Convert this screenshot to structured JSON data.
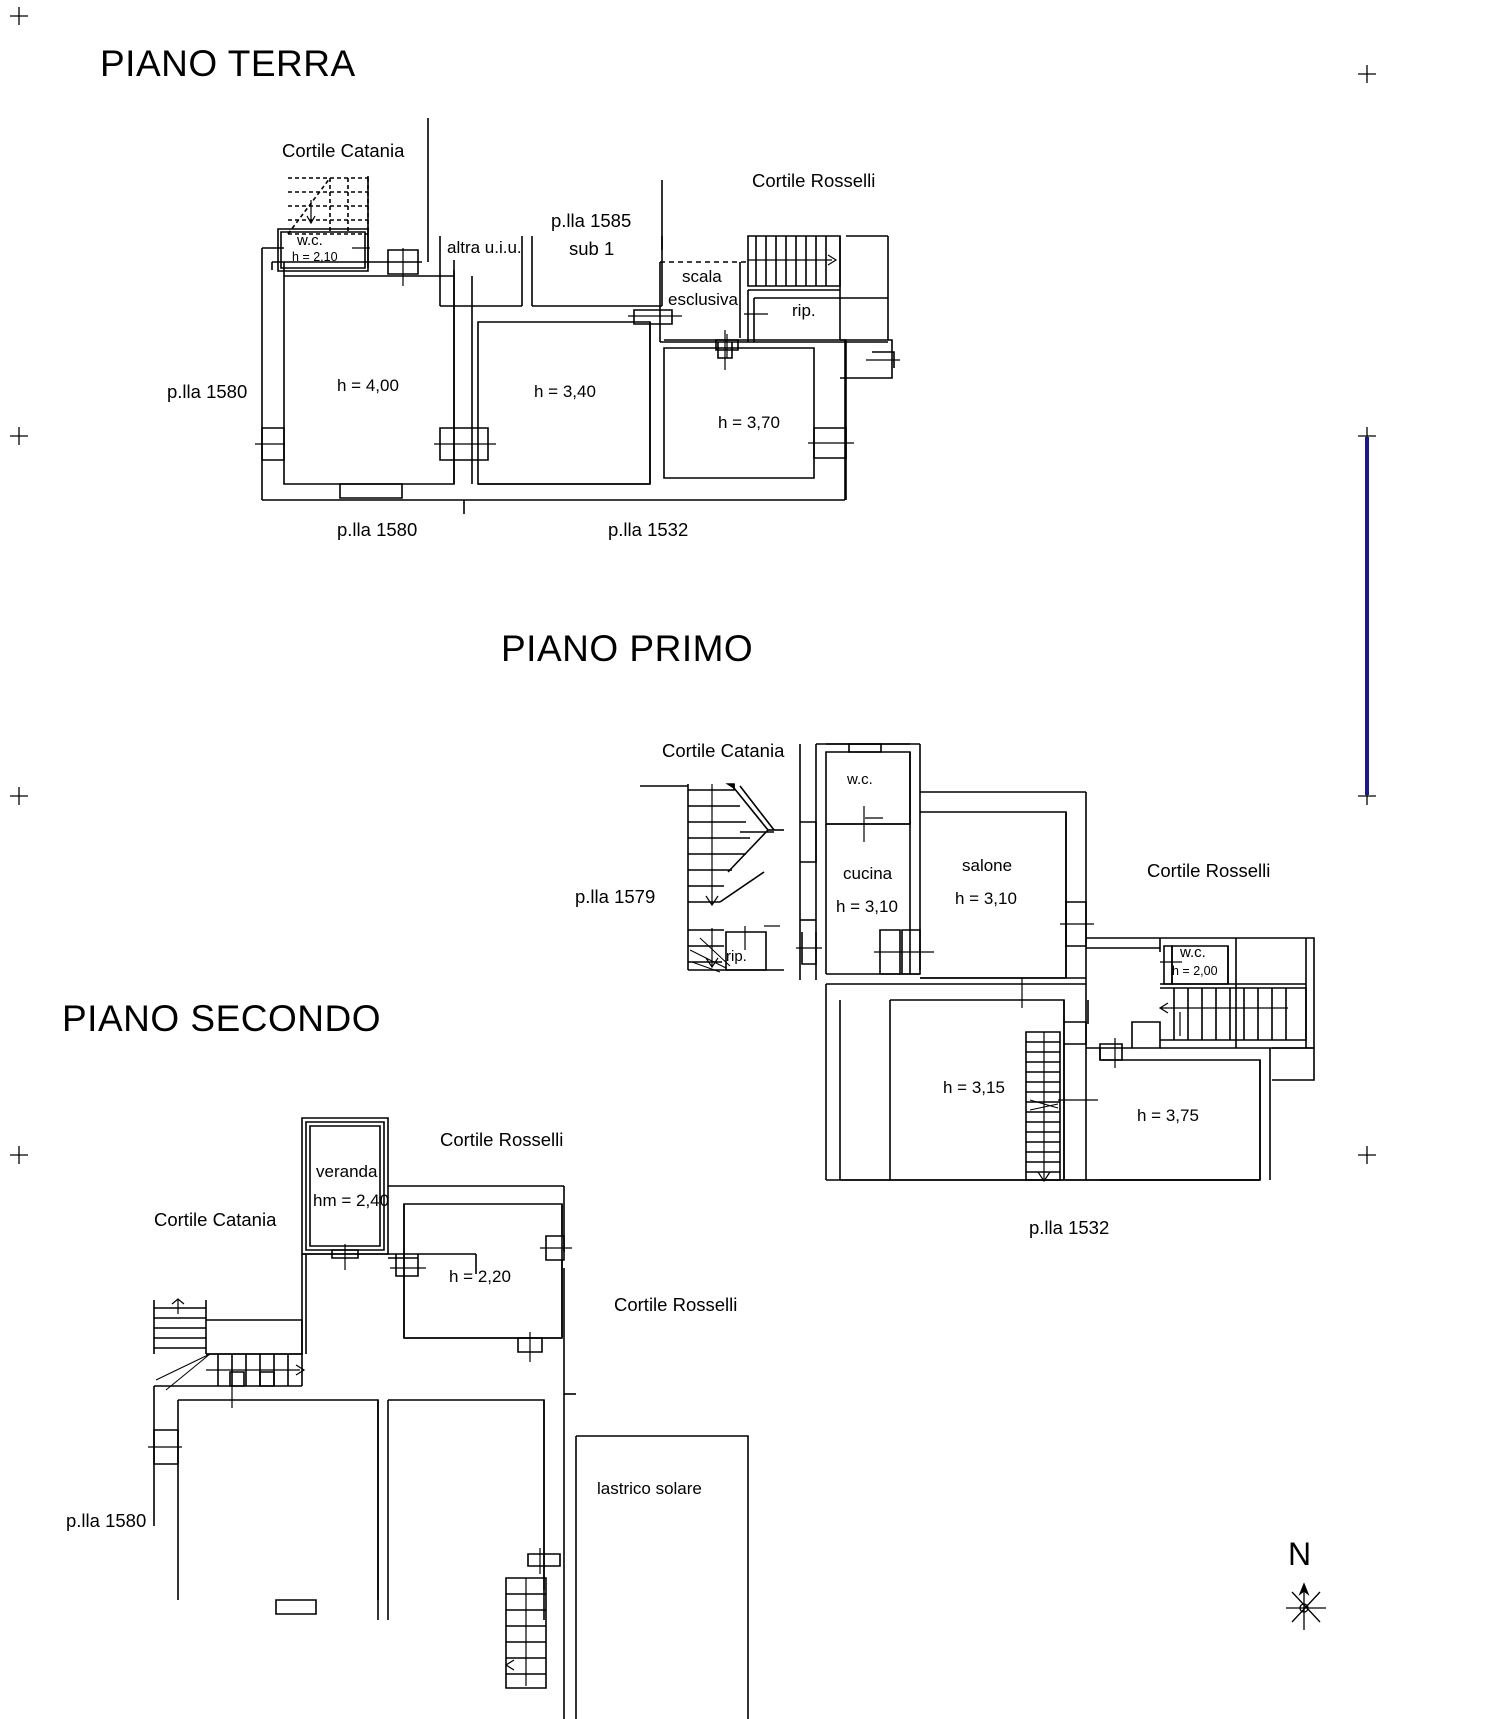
{
  "sheet": {
    "title_ground": "PIANO TERRA",
    "title_first": "PIANO PRIMO",
    "title_second": "PIANO SECONDO",
    "north_label": "N",
    "margin_accent_color": "#1a1a8c",
    "line_color": "#000000",
    "background_color": "#ffffff"
  },
  "ground_floor": {
    "title": "PIANO TERRA",
    "courtyard_catania": "Cortile Catania",
    "courtyard_rosselli": "Cortile Rosselli",
    "wc_label": "w.c.",
    "wc_height": "h = 2,10",
    "other_unit": "altra u.i.u.",
    "parcel_1585": "p.lla 1585",
    "parcel_1585_sub": "sub 1",
    "stair_label_line1": "scala",
    "stair_label_line2": "esclusiva",
    "storage_label": "rip.",
    "room_a_height": "h = 4,00",
    "room_b_height": "h = 3,40",
    "room_c_height": "h = 3,70",
    "parcel_left": "p.lla 1580",
    "parcel_bottom_left": "p.lla 1580",
    "parcel_bottom_right": "p.lla 1532"
  },
  "first_floor": {
    "title": "PIANO PRIMO",
    "courtyard_catania": "Cortile Catania",
    "courtyard_rosselli": "Cortile Rosselli",
    "parcel_1579": "p.lla 1579",
    "parcel_1532": "p.lla 1532",
    "storage_label": "rip.",
    "wc_label": "w.c.",
    "kitchen_label": "cucina",
    "kitchen_height": "h = 3,10",
    "living_label": "salone",
    "living_height": "h = 3,10",
    "wc_right_label": "w.c.",
    "wc_right_height": "h = 2,00",
    "room_d_height": "h = 3,15",
    "room_e_height": "h = 3,75"
  },
  "second_floor": {
    "title": "PIANO SECONDO",
    "veranda_label": "veranda",
    "veranda_height": "hm = 2,40",
    "courtyard_rosselli_top": "Cortile Rosselli",
    "courtyard_rosselli_bottom": "Cortile Rosselli",
    "courtyard_catania": "Cortile Catania",
    "room_f_height": "h = 2,20",
    "terrace_label": "lastrico solare",
    "parcel_1580": "p.lla 1580"
  }
}
